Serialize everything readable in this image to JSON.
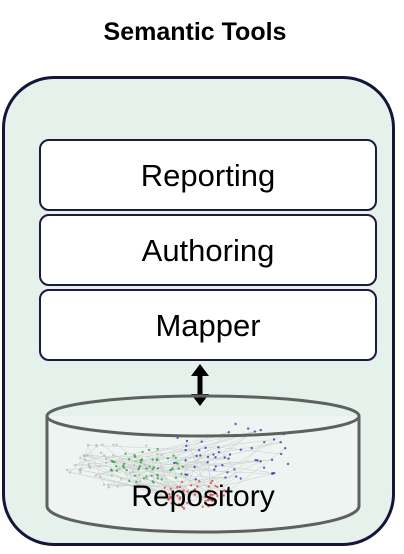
{
  "title": "Semantic Tools",
  "layers": [
    "Reporting",
    "Authoring",
    "Mapper"
  ],
  "repository": {
    "label": "Repository"
  },
  "colors": {
    "outline": "#16143a",
    "panel_fill": "#e6f1ec",
    "layer_fill": "#ffffff",
    "cylinder_stroke": "#5f6160",
    "graph_nodes": [
      "#2b2fb0",
      "#2f9e3a",
      "#d93a3a",
      "#b7b7b7"
    ]
  }
}
